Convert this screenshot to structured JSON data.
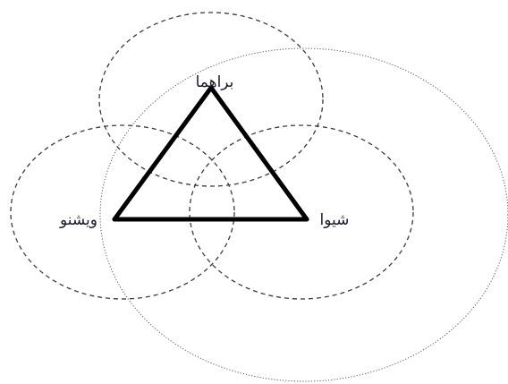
{
  "diagram": {
    "nodes": [
      {
        "id": "top",
        "label": "براهما"
      },
      {
        "id": "left",
        "label": "ویشنو"
      },
      {
        "id": "right",
        "label": "شیوا"
      }
    ],
    "edges": [
      {
        "from": "top",
        "to": "left"
      },
      {
        "from": "left",
        "to": "right"
      },
      {
        "from": "right",
        "to": "top"
      }
    ],
    "enclosing_circle": true,
    "node_circles": "dashed",
    "stroke_color": "#000000",
    "circle_color": "#3a3a3a"
  }
}
